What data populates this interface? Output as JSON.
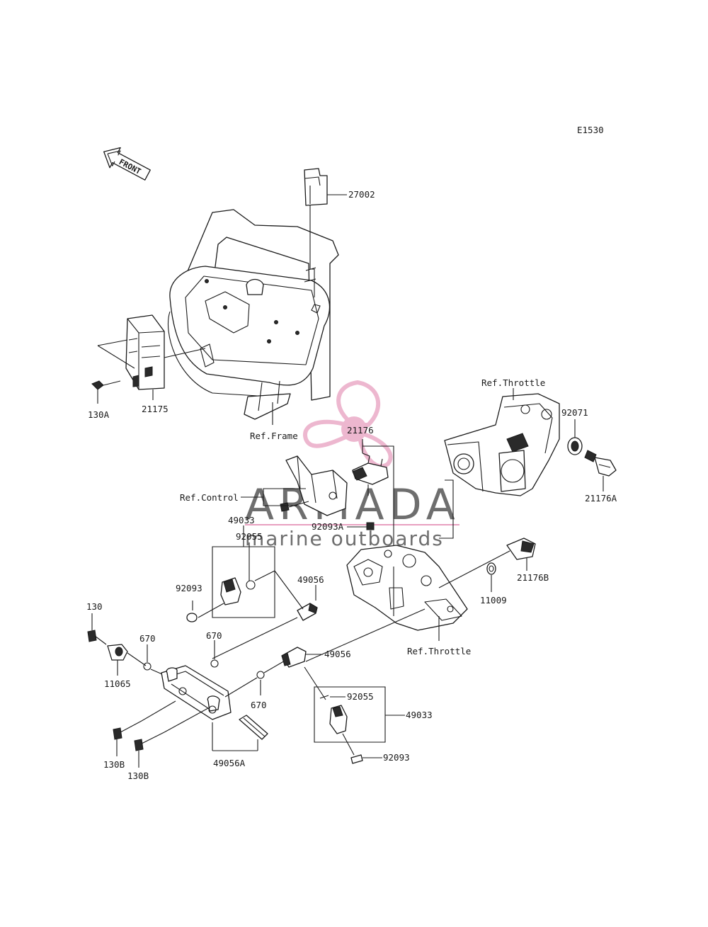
{
  "diagram_code": "E1530",
  "front_arrow_label": "FRONT",
  "watermark": {
    "brand": "ARMADA",
    "tagline": "marine outboards",
    "accent_color": "#e8a0c0"
  },
  "part_labels": {
    "p27002": "27002",
    "p21175": "21175",
    "p130A": "130A",
    "ref_frame": "Ref.Frame",
    "p21176": "21176",
    "ref_throttle_top": "Ref.Throttle",
    "p92071": "92071",
    "p21176A": "21176A",
    "ref_control": "Ref.Control",
    "p92093A": "92093A",
    "p49033_top": "49033",
    "p92055_top": "92055",
    "p92093_left": "92093",
    "p49056_top": "49056",
    "p21176B": "21176B",
    "p11009": "11009",
    "ref_throttle_bottom": "Ref.Throttle",
    "p130": "130",
    "p670_a": "670",
    "p670_b": "670",
    "p11065": "11065",
    "p49056_mid": "49056",
    "p670_c": "670",
    "p92055_bottom": "92055",
    "p49033_bottom": "49033",
    "p130B_a": "130B",
    "p130B_b": "130B",
    "p49056A": "49056A",
    "p92093_bottom": "92093"
  }
}
